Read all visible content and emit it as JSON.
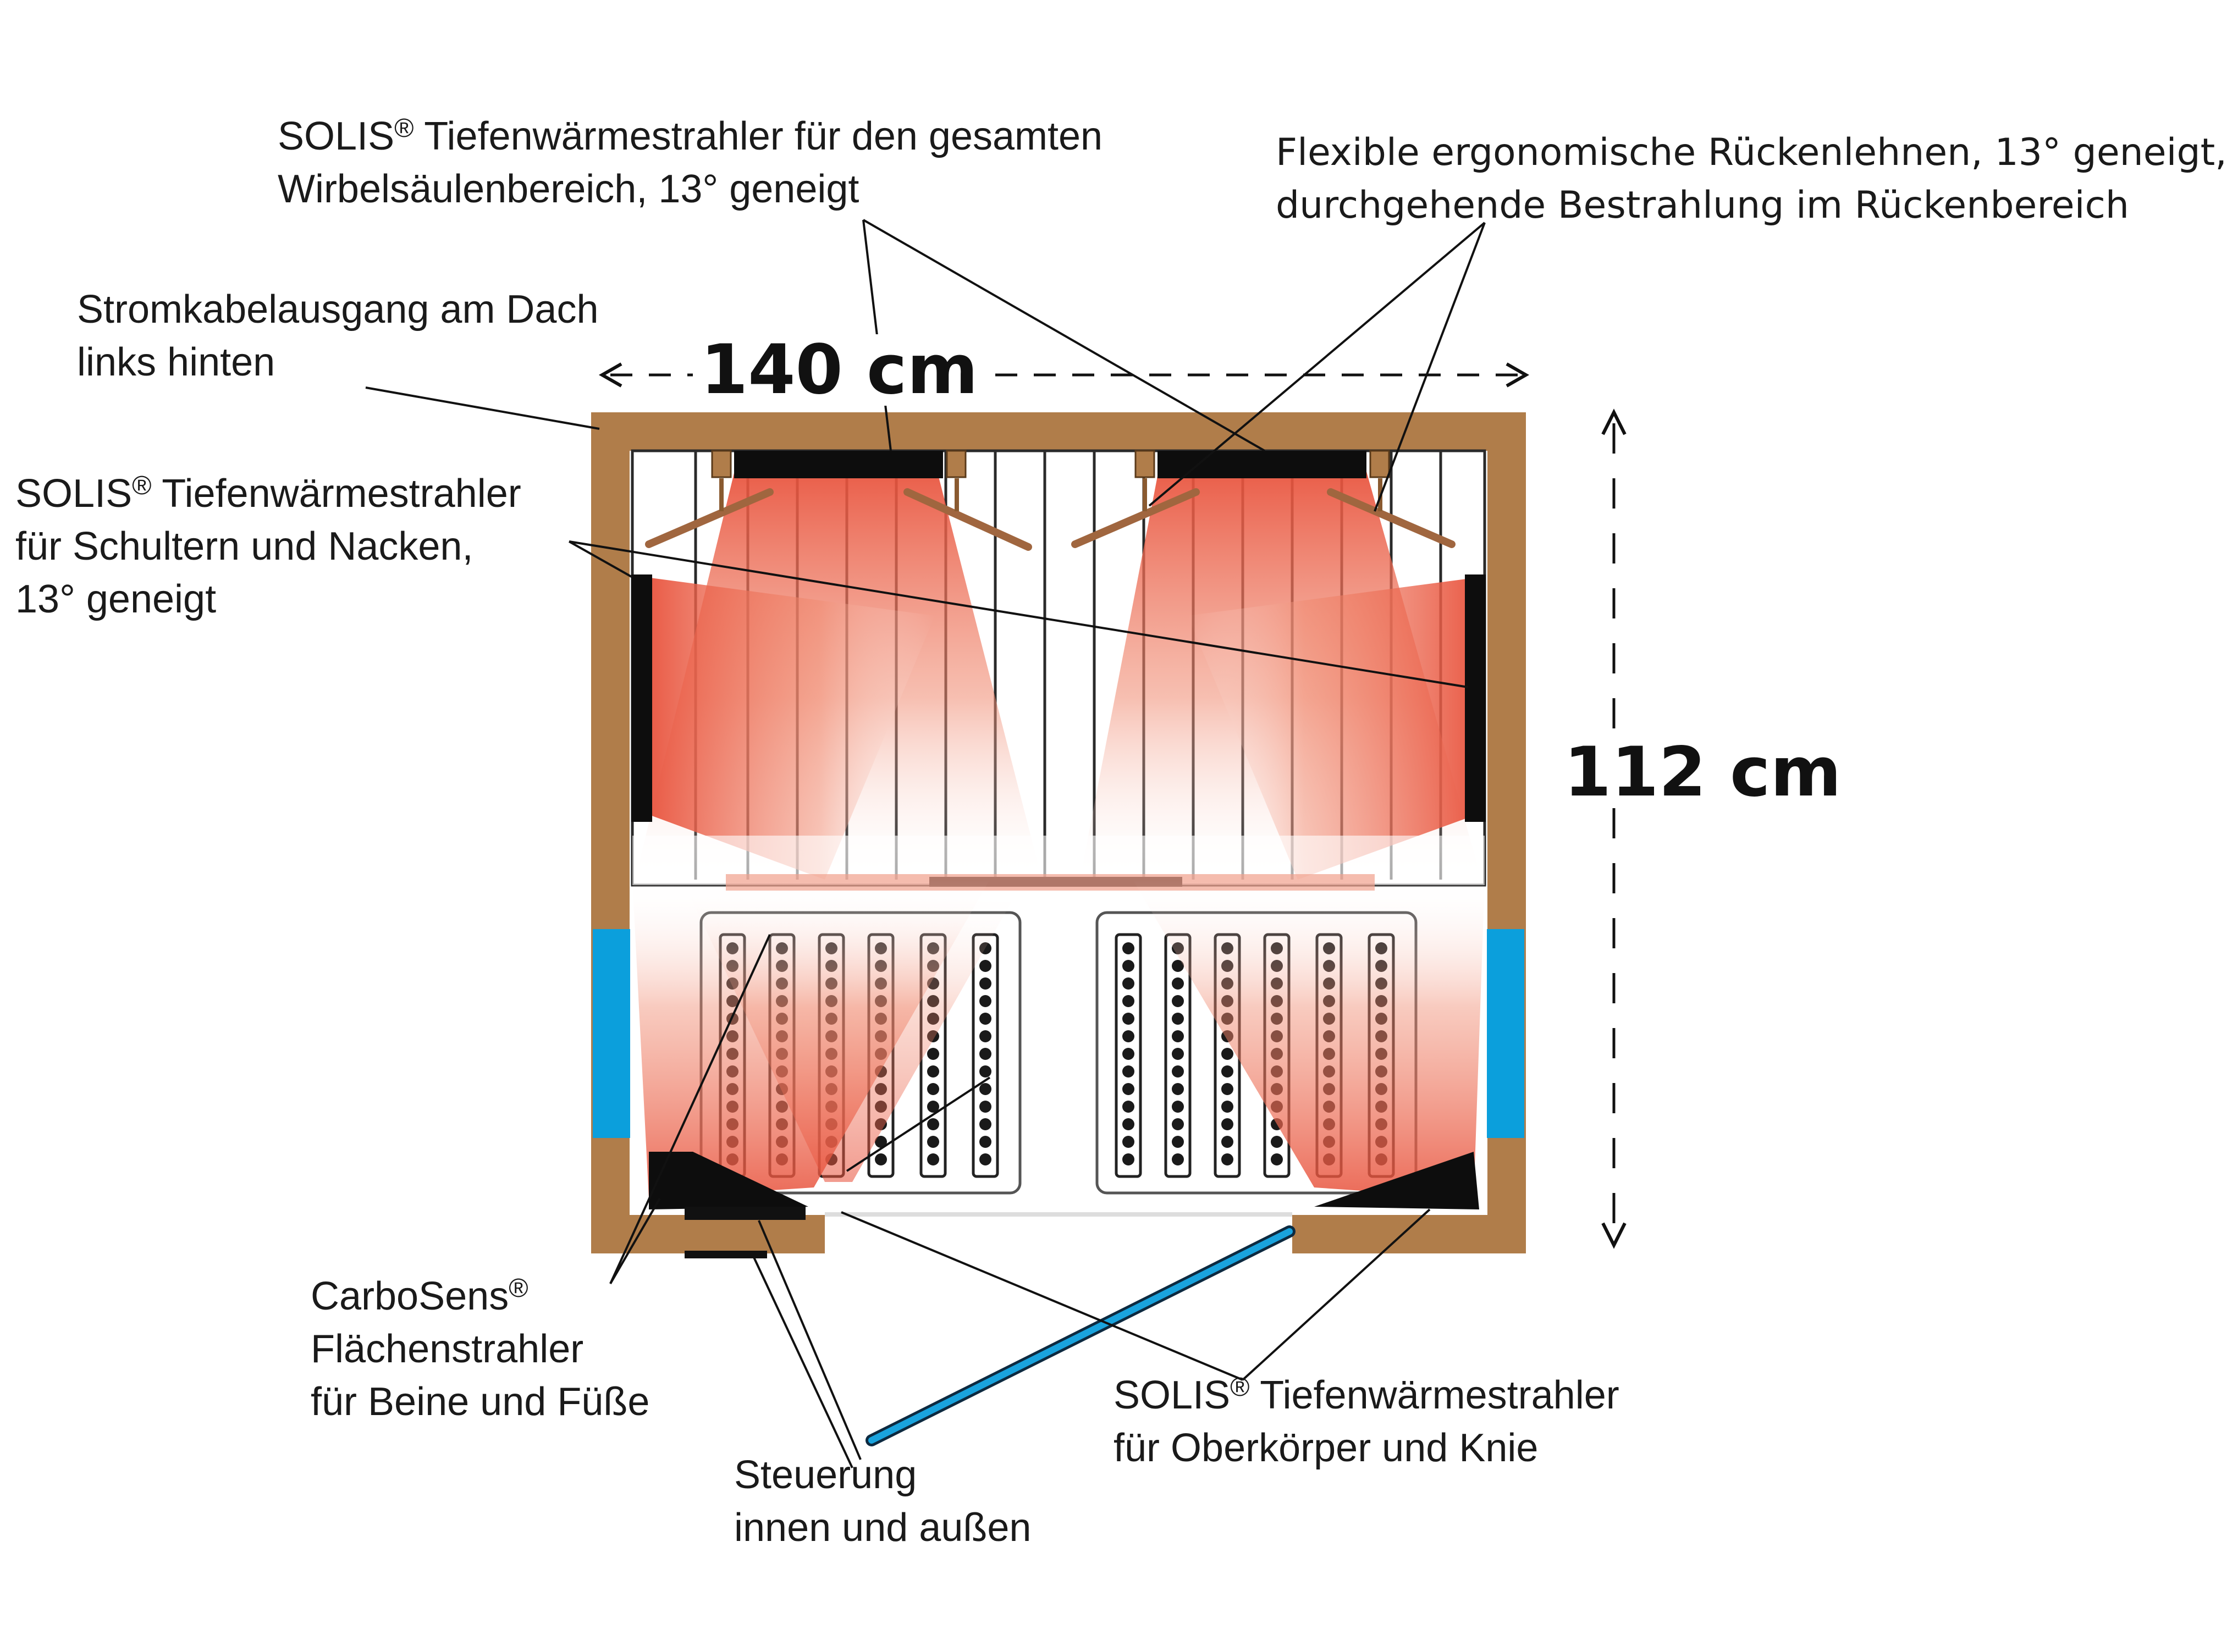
{
  "labels": {
    "spine": {
      "brand": "SOLIS",
      "reg": "®",
      "line1_rest": " Tiefenwärmestrahler für den gesamten",
      "line2": "Wirbelsäulenbereich, 13° geneigt"
    },
    "backrest": {
      "line1": "Flexible ergonomische Rückenlehnen, 13° geneigt,",
      "line2": "durchgehende Bestrahlung im Rückenbereich"
    },
    "cable": {
      "line1": "Stromkabelausgang am Dach",
      "line2": "links hinten"
    },
    "shoulders": {
      "brand": "SOLIS",
      "reg": "®",
      "line1_rest": " Tiefenwärmestrahler",
      "line2": "für Schultern und Nacken,",
      "line3": "13° geneigt"
    },
    "carbosens": {
      "brand": "CarboSens",
      "reg": "®",
      "line2": "Flächenstrahler",
      "line3": "für Beine und Füße"
    },
    "control": {
      "line1": "Steuerung",
      "line2": "innen und außen"
    },
    "upperbody": {
      "brand": "SOLIS",
      "reg": "®",
      "line1_rest": " Tiefenwärmestrahler",
      "line2": "für Oberkörper und Knie"
    }
  },
  "dimensions": {
    "width": "140 cm",
    "depth": "112 cm"
  },
  "colors": {
    "wood": "#b07d4a",
    "heater": "#0d0d0d",
    "infrared": "#e8503a",
    "glass": "#0b9fdc",
    "line": "#111111"
  }
}
